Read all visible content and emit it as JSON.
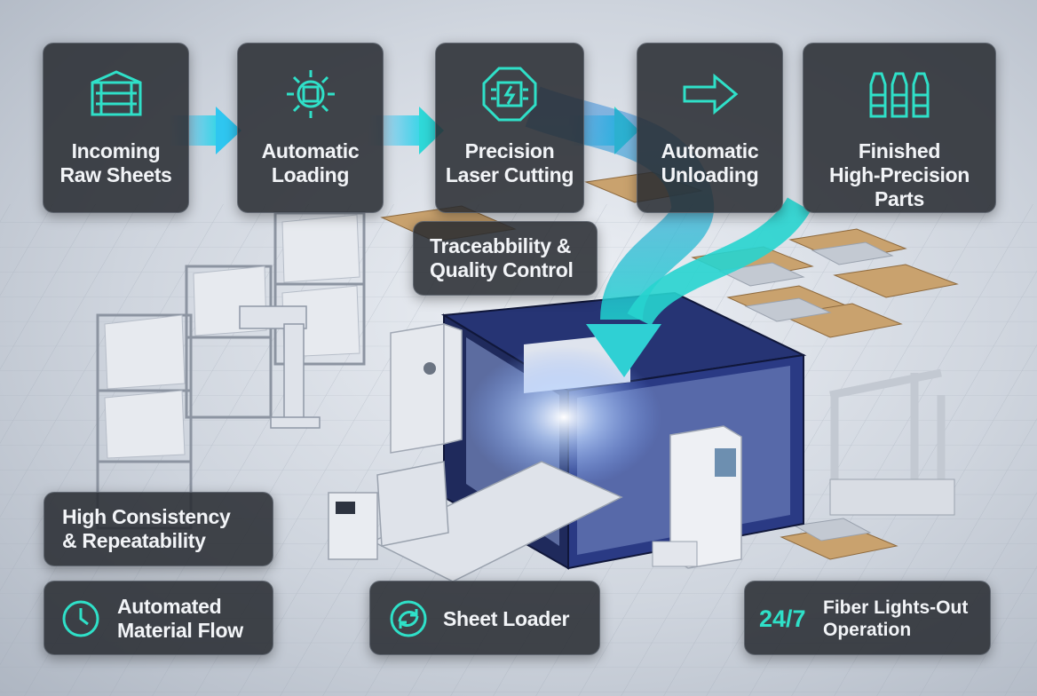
{
  "colors": {
    "accent": "#2fe0c8",
    "card_bg": "#262a30",
    "machine_blue": "#1f2a5c"
  },
  "process_steps": [
    {
      "icon": "raw-sheets-icon",
      "label": "Incoming\nRaw Sheets"
    },
    {
      "icon": "gear-icon",
      "label": "Automatic\nLoading"
    },
    {
      "icon": "laser-chip-icon",
      "label": "Precision\nLaser Cutting"
    },
    {
      "icon": "arrow-right-icon",
      "label": "Automatic\nUnloading"
    },
    {
      "icon": "finished-parts-icon",
      "label": "Finished\nHigh-Precision Parts"
    }
  ],
  "traceability": "Traceabbility &\nQuality Control",
  "consistency": "High Consistency\n& Repeatability",
  "material_flow": {
    "icon": "clock-icon",
    "label": "Automated\nMaterial Flow"
  },
  "sheet_loader": {
    "icon": "sync-icon",
    "label": "Sheet Loader"
  },
  "lights_out": {
    "prefix": "24/7",
    "label": "Fiber Lights-Out\nOperation"
  }
}
